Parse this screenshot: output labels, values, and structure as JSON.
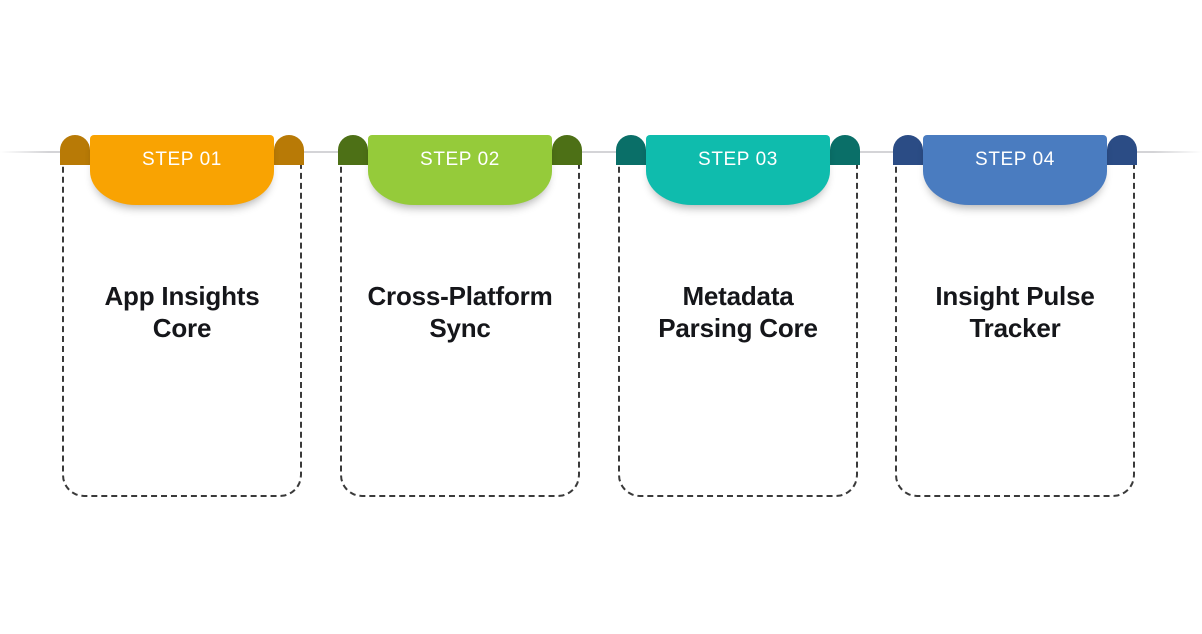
{
  "graphic": {
    "type": "step-process-infographic",
    "background_color": "#ffffff",
    "baseline_rule_color": "#cdcdd0",
    "title_color": "#15161a",
    "dashed_border_color": "#3a3a3a",
    "banner_label_color": "#ffffff"
  },
  "steps": [
    {
      "step_label": "STEP 01",
      "title": "App Insights\nCore",
      "color": "#F9A302",
      "fold_color": "#B87A06"
    },
    {
      "step_label": "STEP 02",
      "title": "Cross-Platform\nSync",
      "color": "#95CB3A",
      "fold_color": "#4D7016"
    },
    {
      "step_label": "STEP 03",
      "title": "Metadata\nParsing Core",
      "color": "#0FBCAD",
      "fold_color": "#0A6F68"
    },
    {
      "step_label": "STEP 04",
      "title": "Insight Pulse\nTracker",
      "color": "#4A7CC0",
      "fold_color": "#2B4C85"
    }
  ]
}
